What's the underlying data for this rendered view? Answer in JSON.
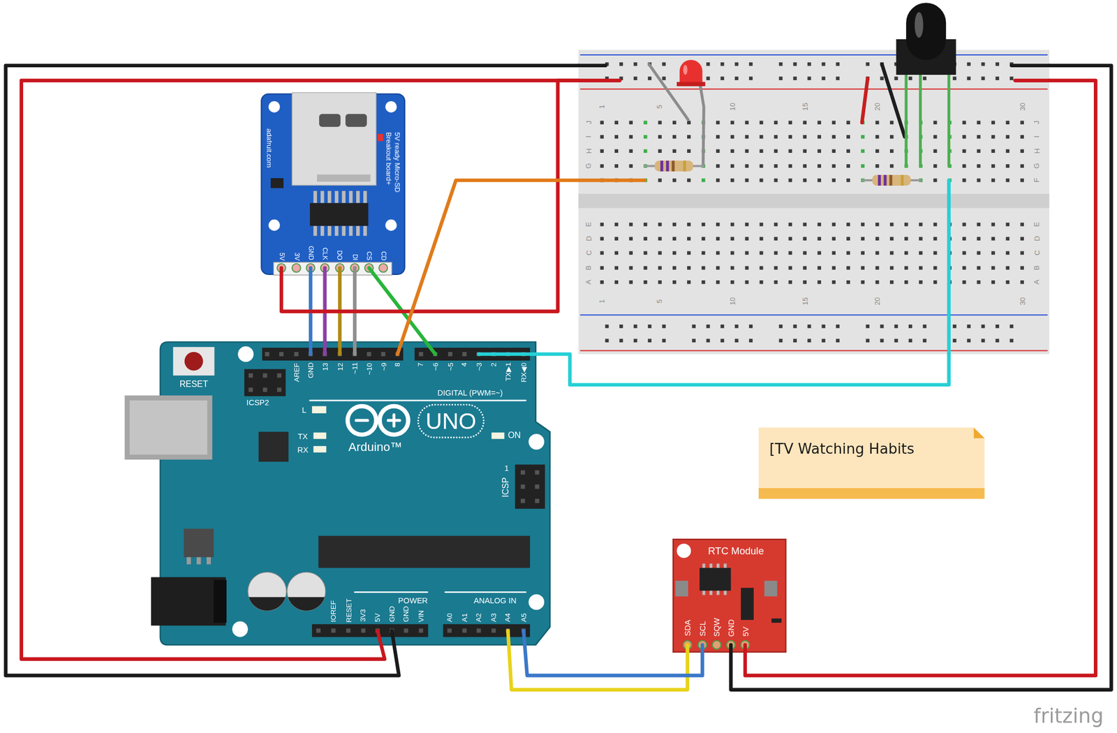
{
  "diagram": {
    "nodes": [
      {
        "text": [
          "1",
          "5",
          "10",
          "15",
          "20",
          "30",
          "J",
          "I",
          "H",
          "G",
          "E",
          "D",
          "C",
          "B",
          "A",
          "J",
          "I",
          "H",
          "G",
          "F",
          "E",
          "D",
          "C",
          "B",
          "A",
          "1",
          "5",
          "10",
          "15",
          "20",
          "30"
        ]
      },
      {
        "text": [
          "5V ready Micro-SD Breakout board+",
          "adafruit.com",
          "5V",
          "3V",
          "GND",
          "CLK",
          "DO",
          "DI",
          "CS",
          "CD"
        ]
      },
      {
        "text": [
          "RESET",
          "ICSP2",
          "L",
          "TX",
          "RX",
          "UNO",
          "Arduino™",
          "ON",
          "ICSP",
          "1",
          "AREF",
          "GND",
          "13",
          "12",
          "~11",
          "~10",
          "~9",
          "8",
          "7",
          "~6",
          "~5",
          "4",
          "~3",
          "2",
          "TX▶1",
          "RX◀0",
          "DIGITAL (PWM=~)",
          "IOREF",
          "RESET",
          "3V3",
          "5V",
          "GND",
          "GND",
          "VIN",
          "POWER",
          "ANALOG IN",
          "A0",
          "A1",
          "A2",
          "A3",
          "A4",
          "A5"
        ]
      },
      {
        "text": [
          "[TV Watching Habits"
        ]
      },
      {
        "text": [
          "RTC Module",
          "SDA",
          "SCL",
          "SQW",
          "GND",
          "5V"
        ]
      }
    ],
    "edges": [
      {
        "from": 1,
        "to": 2,
        "arrow": "none"
      },
      {
        "from": 1,
        "to": 2,
        "arrow": "none"
      },
      {
        "from": 1,
        "to": 2,
        "arrow": "none"
      },
      {
        "from": 1,
        "to": 2,
        "arrow": "none"
      },
      {
        "from": 1,
        "to": 2,
        "arrow": "none"
      },
      {
        "from": 1,
        "to": 0,
        "arrow": "none"
      },
      {
        "from": 2,
        "to": 0,
        "arrow": "none"
      },
      {
        "from": 2,
        "to": 0,
        "arrow": "none"
      },
      {
        "from": 2,
        "to": 0,
        "arrow": "none"
      },
      {
        "from": 2,
        "to": 0,
        "arrow": "none"
      },
      {
        "from": 2,
        "to": 4,
        "arrow": "none"
      },
      {
        "from": 2,
        "to": 4,
        "arrow": "none"
      },
      {
        "from": 4,
        "to": 0,
        "arrow": "none"
      },
      {
        "from": 4,
        "to": 0,
        "arrow": "none"
      }
    ],
    "labels": [
      "fritzing"
    ]
  }
}
